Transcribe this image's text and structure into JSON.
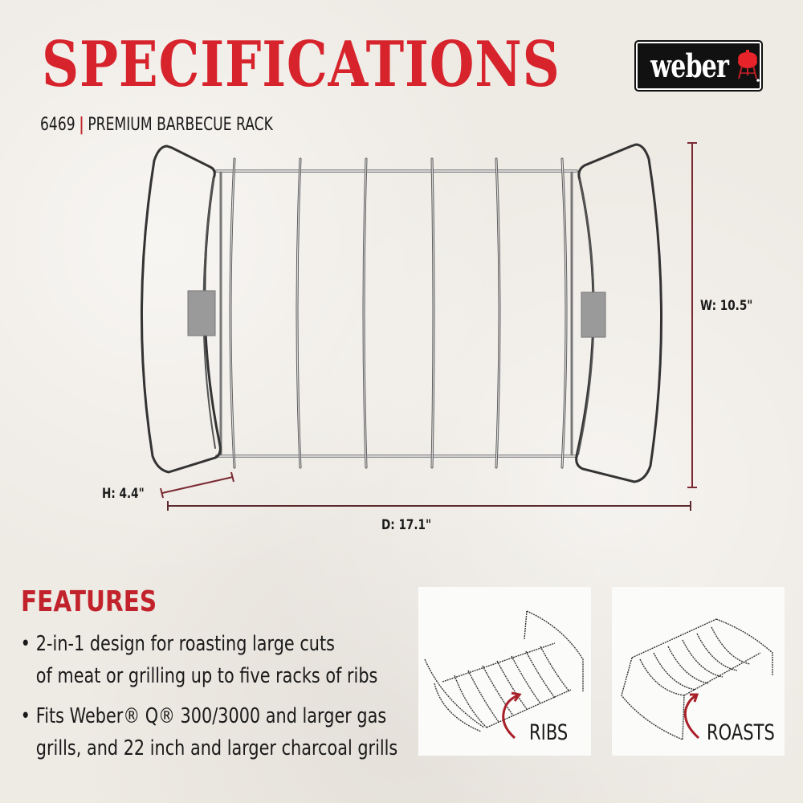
{
  "header": {
    "title": "SPECIFICATIONS",
    "model_number": "6469",
    "separator": "|",
    "product_name": "PREMIUM BARBECUE RACK"
  },
  "logo": {
    "brand": "weber",
    "icon": "kettle-grill-icon",
    "colors": {
      "background": "#111111",
      "text": "#ffffff",
      "icon": "#e8232a"
    }
  },
  "dimensions": {
    "width": "W: 10.5\"",
    "height": "H: 4.4\"",
    "depth": "D: 17.1\""
  },
  "features": {
    "title": "FEATURES",
    "items": [
      {
        "bullet": "•",
        "line1": "2-in-1 design for roasting large cuts",
        "line2": "of meat or grilling up to five racks of ribs"
      },
      {
        "bullet": "•",
        "line1": "Fits Weber® Q® 300/3000 and larger gas",
        "line2": "grills, and 22 inch and larger charcoal grills"
      }
    ]
  },
  "usage_panels": [
    {
      "label": "RIBS",
      "icon": "curved-arrow-icon"
    },
    {
      "label": "ROASTS",
      "icon": "curved-arrow-icon"
    }
  ],
  "colors": {
    "accent_red": "#d6232c",
    "text": "#1a1a1a",
    "dimension_line": "#6b2a30",
    "background": "#eeeae4"
  }
}
